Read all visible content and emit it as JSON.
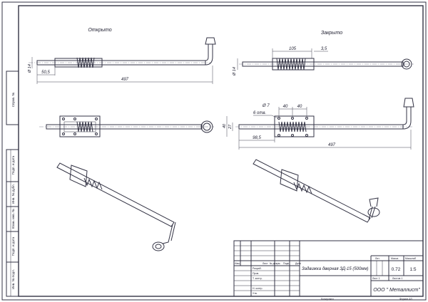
{
  "views": {
    "open_label": "Открыто",
    "closed_label": "Закрыто"
  },
  "dimensions": {
    "dia14_a": "Ø 14",
    "d50_5": "50,5",
    "d497_a": "497",
    "dia14_b": "Ø 14",
    "d105": "105",
    "d3_5": "3,5",
    "dia7": "Ø 7",
    "holes": "6 отв.",
    "d40_a": "40",
    "d40_b": "40",
    "h40": "40",
    "h27": "27",
    "d98_5": "98,5",
    "d497_b": "497"
  },
  "side_strip": [
    "Справ. №",
    "Подп. и дата",
    "Инв. № дубл.",
    "Взам. инв. №",
    "Подп. и дата",
    "Инв. № подл."
  ],
  "title_block": {
    "header": [
      "Изм.",
      "Лист",
      "№ докум.",
      "Подп.",
      "Дата"
    ],
    "roles": [
      "Разраб.",
      "Пров.",
      "Т. контр.",
      "",
      "Н. контр.",
      "Утв."
    ],
    "title": "Задвижка дверная ЗД-15 (500мм)",
    "lit_label": "Лит.",
    "mass_label": "Масса",
    "scale_label": "Масштаб",
    "mass": "0.72",
    "scale": "1:5",
    "sheet": "Лист 1",
    "sheets": "Листов 1",
    "company": "ООО \" Металлист\"",
    "copied": "Копировал",
    "format": "Формат А3"
  }
}
